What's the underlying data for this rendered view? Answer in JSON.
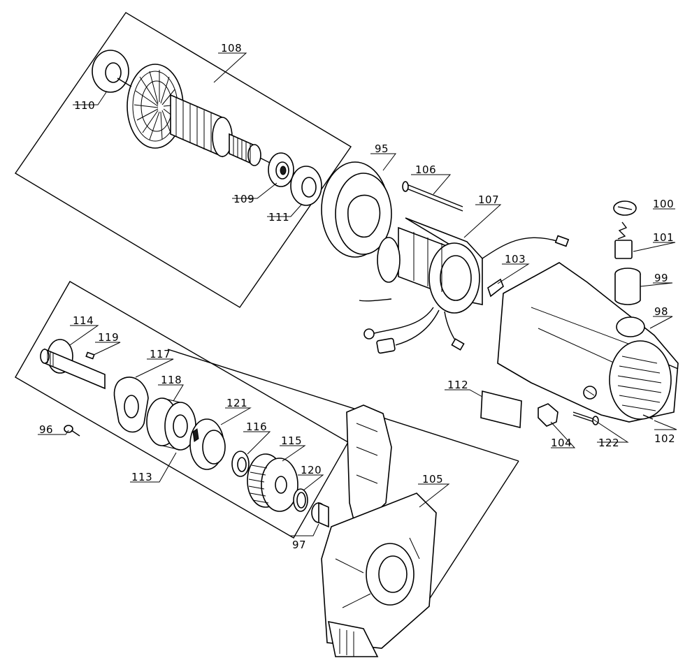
{
  "callouts": {
    "c95": "95",
    "c96": "96",
    "c97": "97",
    "c98": "98",
    "c99": "99",
    "c100": "100",
    "c101": "101",
    "c102": "102",
    "c103": "103",
    "c104": "104",
    "c105": "105",
    "c106": "106",
    "c107": "107",
    "c108": "108",
    "c109": "109",
    "c110": "110",
    "c111": "111",
    "c112": "112",
    "c113": "113",
    "c114": "114",
    "c115": "115",
    "c116": "116",
    "c117": "117",
    "c118": "118",
    "c119": "119",
    "c120": "120",
    "c121": "121",
    "c122": "122"
  }
}
